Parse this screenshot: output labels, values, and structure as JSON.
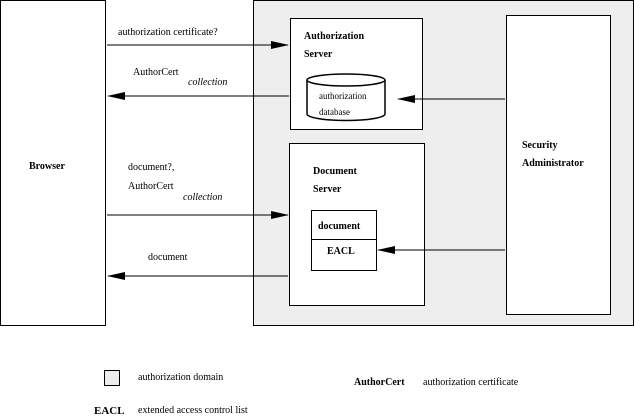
{
  "browser": {
    "label": "Browser"
  },
  "authorization_server": {
    "title_line1": "Authorization",
    "title_line2": "Server",
    "database": {
      "line1": "authorization",
      "line2": "database"
    }
  },
  "document_server": {
    "title_line1": "Document",
    "title_line2": "Server",
    "table": {
      "row1": "document",
      "row2": "EACL"
    }
  },
  "security_administrator": {
    "line1": "Security",
    "line2": "Administrator"
  },
  "flows": {
    "auth_request": "authorization certificate?",
    "authorcert_return_line1": "AuthorCert",
    "authorcert_return_line2": "collection",
    "doc_request_line1": "document?,",
    "doc_request_line2": "AuthorCert",
    "doc_request_line3": "collection",
    "doc_return": "document"
  },
  "legend": {
    "domain_label": "authorization domain",
    "eacl_term": "EACL",
    "eacl_def": "extended access control list",
    "authorcert_term": "AuthorCert",
    "authorcert_def": "authorization certificate"
  }
}
